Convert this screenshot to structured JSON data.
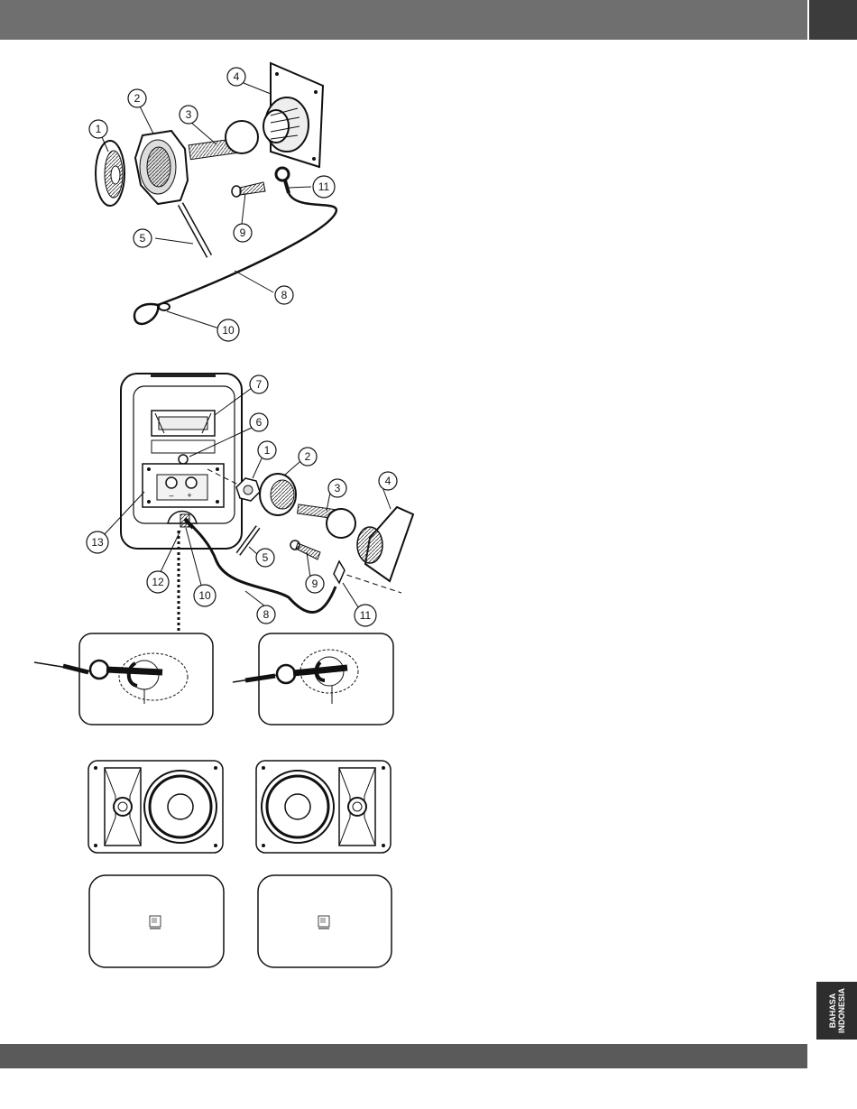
{
  "language_tab": {
    "line1": "BAHASA",
    "line2": "INDONESIA"
  },
  "figure_top": {
    "callouts": [
      "1",
      "2",
      "3",
      "4",
      "5",
      "8",
      "9",
      "10",
      "11"
    ]
  },
  "figure_bottom": {
    "callouts": [
      "1",
      "2",
      "3",
      "4",
      "5",
      "6",
      "7",
      "8",
      "9",
      "10",
      "11",
      "12",
      "13"
    ]
  },
  "terminal_labels": {
    "minus": "–",
    "plus": "+"
  }
}
